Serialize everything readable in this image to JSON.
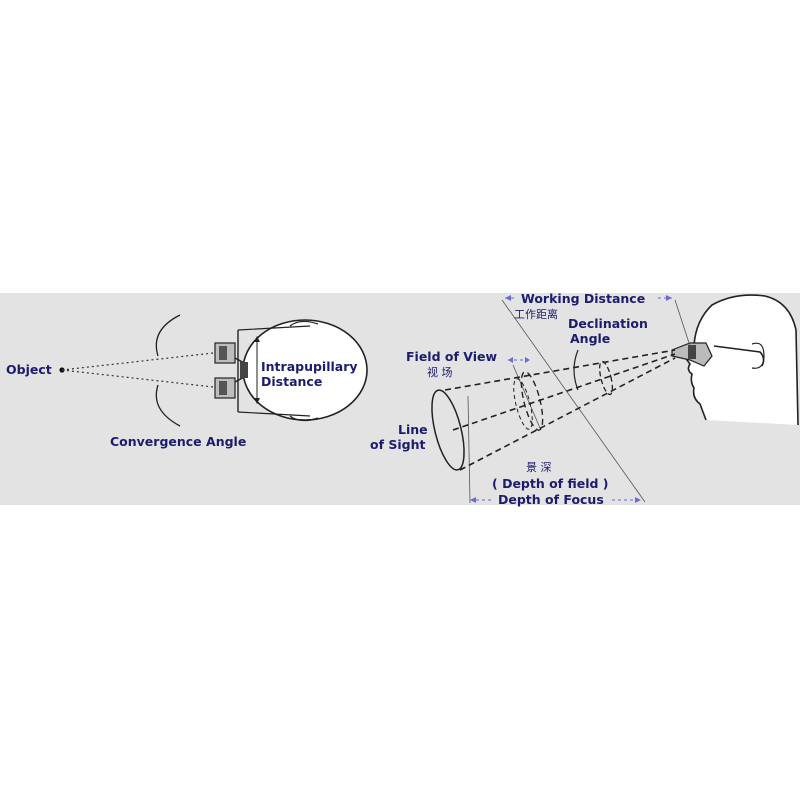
{
  "left_diagram": {
    "object_label": "Object",
    "ipd_label_line1": "Intrapupillary",
    "ipd_label_line2": "Distance",
    "convergence_label": "Convergence Angle"
  },
  "right_diagram": {
    "working_distance_label": "Working Distance",
    "working_distance_cn": "工作距离",
    "declination_line1": "Declination",
    "declination_line2": "Angle",
    "field_of_view_label": "Field of View",
    "field_of_view_cn": "视 场",
    "line_of_sight_line1": "Line",
    "line_of_sight_line2": "of Sight",
    "depth_of_field_cn": "景 深",
    "depth_of_field_label": "( Depth of field )",
    "depth_of_focus_label": "Depth of Focus"
  },
  "colors": {
    "panel_background": "#e3e3e3",
    "label_text": "#1c1c6e",
    "line": "#222222"
  }
}
